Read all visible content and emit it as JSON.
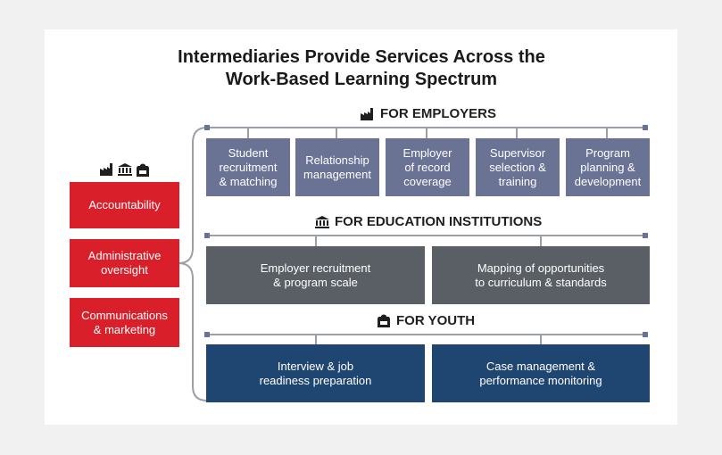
{
  "title_line1": "Intermediaries Provide Services Across the",
  "title_line2": "Work-Based Learning Spectrum",
  "sections": {
    "employers": {
      "label": "FOR EMPLOYERS",
      "items": [
        "Student\nrecruitment\n& matching",
        "Relationship\nmanagement",
        "Employer\nof record\ncoverage",
        "Supervisor\nselection &\ntraining",
        "Program\nplanning &\ndevelopment"
      ]
    },
    "education": {
      "label": "FOR EDUCATION INSTITUTIONS",
      "items": [
        "Employer recruitment\n& program scale",
        "Mapping of opportunities\nto curriculum & standards"
      ]
    },
    "youth": {
      "label": "FOR YOUTH",
      "items": [
        "Interview & job\nreadiness preparation",
        "Case management &\nperformance monitoring"
      ]
    }
  },
  "cross_cutting": [
    "Accountability",
    "Administrative\noversight",
    "Communications\n& marketing"
  ],
  "colors": {
    "employer_box": "#6a7394",
    "education_box": "#5a5f66",
    "youth_box": "#1f4670",
    "cross_box": "#d81f2a",
    "connector": "#9aa0a6"
  },
  "icons": [
    "factory-icon",
    "school-icon",
    "backpack-icon"
  ]
}
